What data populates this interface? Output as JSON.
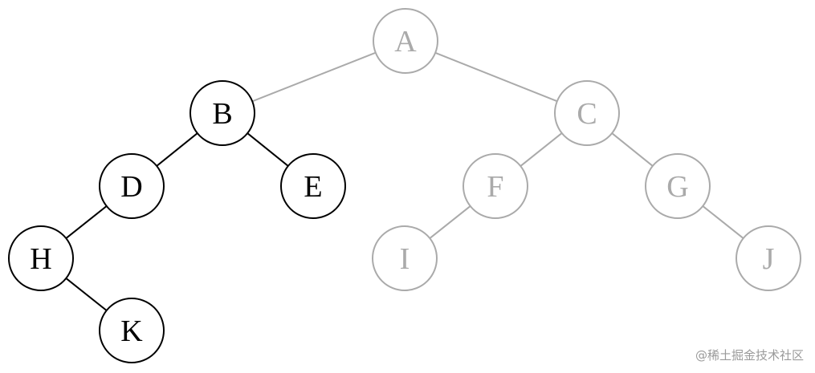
{
  "colors": {
    "highlight": "#000000",
    "muted": "#aaaaaa"
  },
  "nodes": [
    {
      "id": "A",
      "label": "A",
      "highlighted": false
    },
    {
      "id": "B",
      "label": "B",
      "highlighted": true
    },
    {
      "id": "C",
      "label": "C",
      "highlighted": false
    },
    {
      "id": "D",
      "label": "D",
      "highlighted": true
    },
    {
      "id": "E",
      "label": "E",
      "highlighted": true
    },
    {
      "id": "F",
      "label": "F",
      "highlighted": false
    },
    {
      "id": "G",
      "label": "G",
      "highlighted": false
    },
    {
      "id": "H",
      "label": "H",
      "highlighted": true
    },
    {
      "id": "I",
      "label": "I",
      "highlighted": false
    },
    {
      "id": "J",
      "label": "J",
      "highlighted": false
    },
    {
      "id": "K",
      "label": "K",
      "highlighted": true
    }
  ],
  "edges": [
    {
      "from": "A",
      "to": "B",
      "highlighted": false
    },
    {
      "from": "A",
      "to": "C",
      "highlighted": false
    },
    {
      "from": "B",
      "to": "D",
      "highlighted": true
    },
    {
      "from": "B",
      "to": "E",
      "highlighted": true
    },
    {
      "from": "C",
      "to": "F",
      "highlighted": false
    },
    {
      "from": "C",
      "to": "G",
      "highlighted": false
    },
    {
      "from": "D",
      "to": "H",
      "highlighted": true
    },
    {
      "from": "H",
      "to": "K",
      "highlighted": true
    },
    {
      "from": "F",
      "to": "I",
      "highlighted": false
    },
    {
      "from": "G",
      "to": "J",
      "highlighted": false
    }
  ],
  "watermark": "@稀土掘金技术社区"
}
